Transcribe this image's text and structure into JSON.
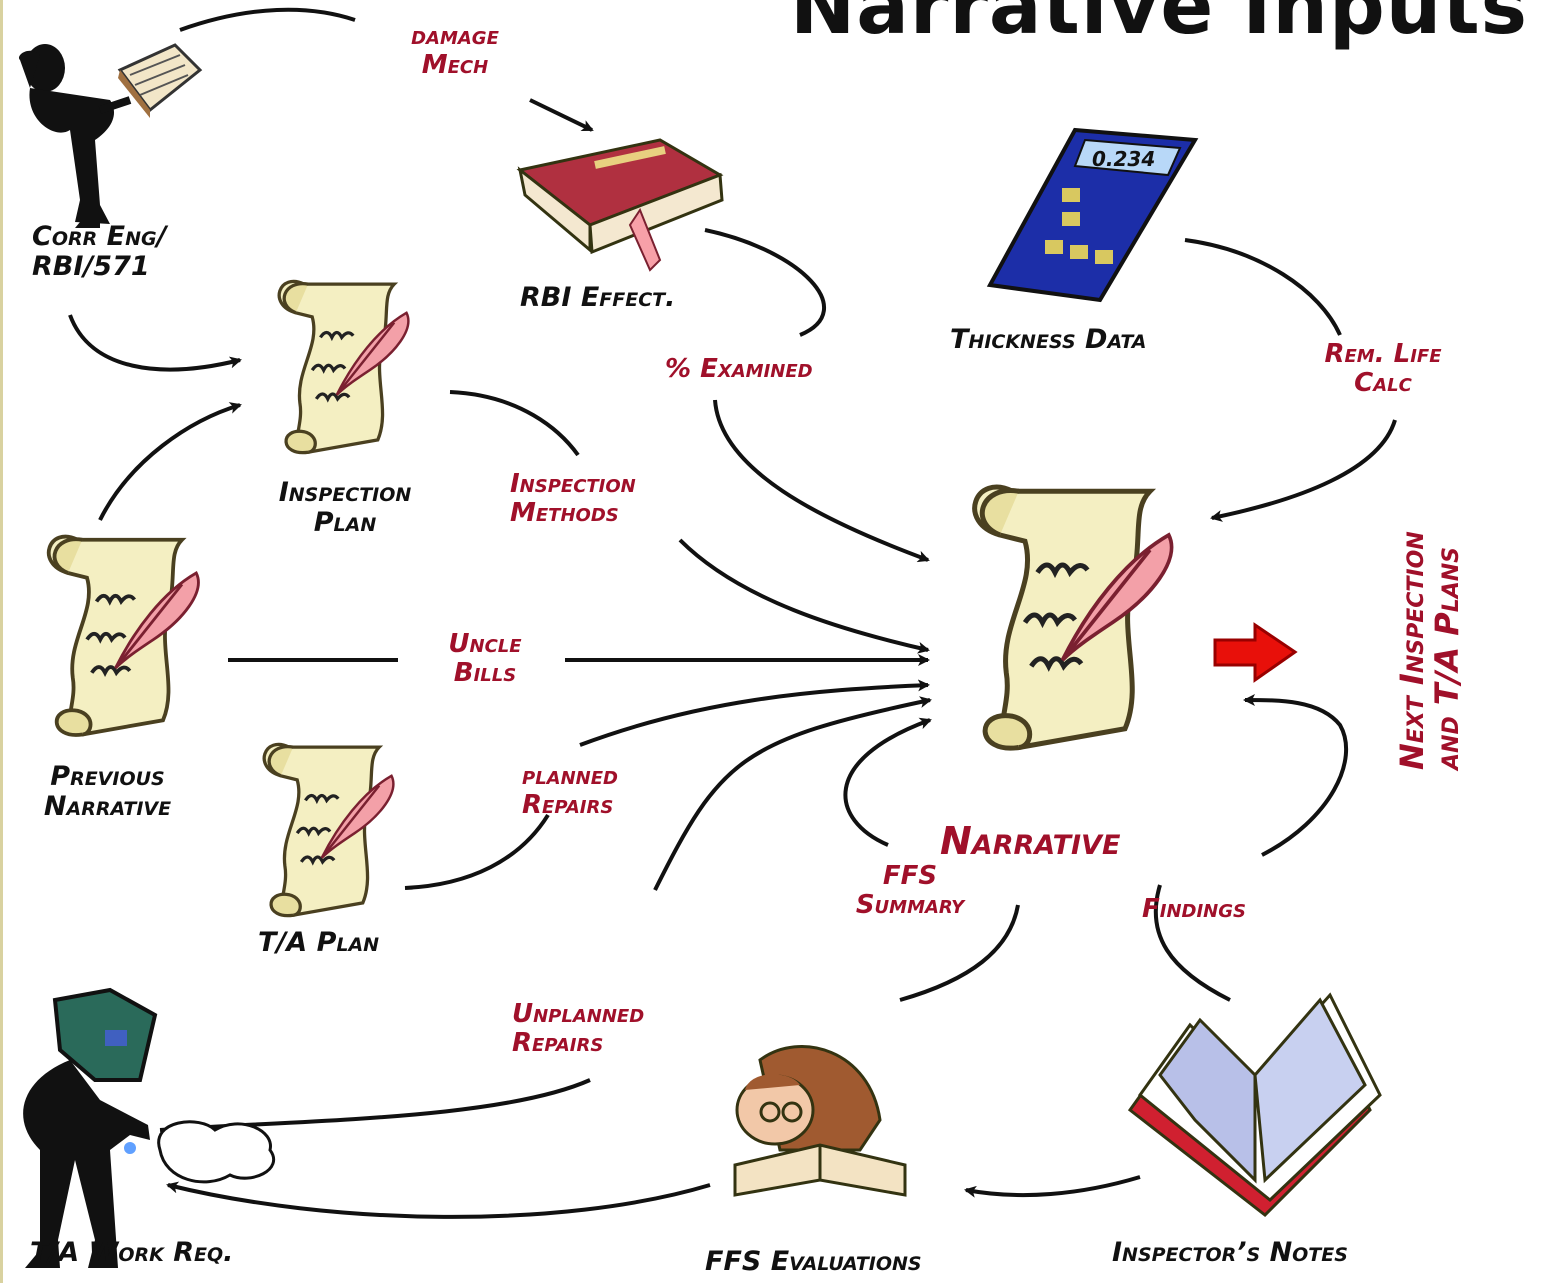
{
  "title": "Narrative Inputs",
  "center": {
    "label": "Narrative",
    "output_label_line1": "Next Inspection",
    "output_label_line2": "and T/A Plans"
  },
  "nodes": {
    "corr_eng": {
      "line1": "Corr Eng/",
      "line2": "RBI/571",
      "icon": "engineer-reading-book-icon"
    },
    "rbi_effect": {
      "line1": "RBI Effect.",
      "icon": "closed-book-icon"
    },
    "thickness": {
      "line1": "Thickness Data",
      "icon": "calculator-icon",
      "display": "0.234"
    },
    "inspection_plan": {
      "line1": "Inspection",
      "line2": "Plan",
      "icon": "scroll-quill-icon"
    },
    "previous_narrative": {
      "line1": "Previous",
      "line2": "Narrative",
      "icon": "scroll-quill-icon"
    },
    "ta_plan": {
      "line1": "T/A Plan",
      "icon": "scroll-quill-icon"
    },
    "ta_work_req": {
      "line1": "T/A Work Req.",
      "icon": "welder-icon"
    },
    "ffs_evaluations": {
      "line1": "FFS Evaluations",
      "icon": "professor-reading-icon"
    },
    "inspector_notes": {
      "line1": "Inspector’s Notes",
      "icon": "open-book-icon"
    }
  },
  "edges": {
    "damage_mech": {
      "line1": "damage",
      "line2": "Mech"
    },
    "pct_examined": {
      "line1": "% Examined"
    },
    "rem_life": {
      "line1": "Rem. Life",
      "line2": "Calc"
    },
    "inspection_methods": {
      "line1": "Inspection",
      "line2": "Methods"
    },
    "uncle_bills": {
      "line1": "Uncle",
      "line2": "Bills"
    },
    "planned_repairs": {
      "line1": "planned",
      "line2": "Repairs"
    },
    "unplanned_repairs": {
      "line1": "Unplanned",
      "line2": "Repairs"
    },
    "ffs_summary": {
      "line1": "FFS",
      "line2": "Summary"
    },
    "findings": {
      "line1": "Findings"
    }
  },
  "colors": {
    "label_red": "#a0102a",
    "arrow_red": "#e8100a",
    "scroll": "#f4efc2",
    "book": "#8c1c2a",
    "calculator": "#1a2a9a"
  }
}
